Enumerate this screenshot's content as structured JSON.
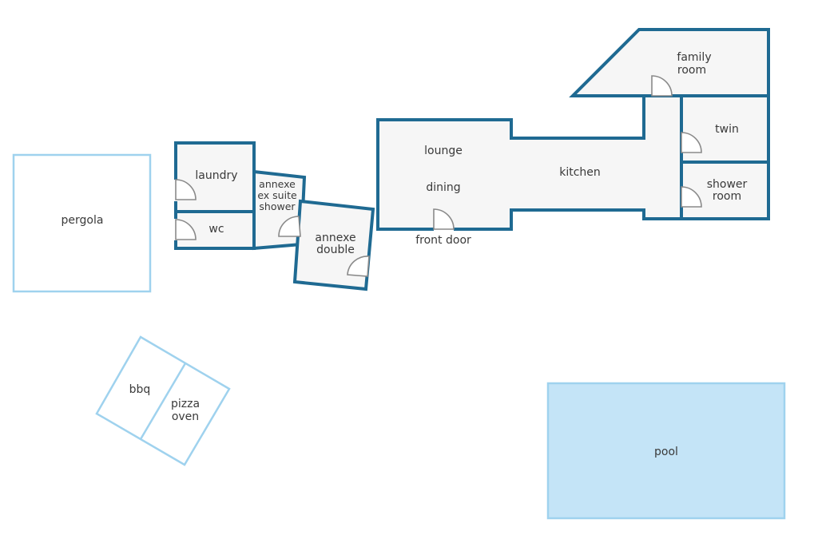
{
  "rooms": {
    "pergola": "pergola",
    "laundry": "laundry",
    "wc": "wc",
    "annexe_shower": [
      "annexe",
      "ex suite",
      "shower"
    ],
    "annexe_double": [
      "annexe",
      "double"
    ],
    "lounge": "lounge",
    "dining": "dining",
    "front_door": "front door",
    "kitchen": "kitchen",
    "family_room": [
      "family",
      "room"
    ],
    "twin": "twin",
    "shower_room": [
      "shower",
      "room"
    ],
    "bbq": "bbq",
    "pizza_oven": [
      "pizza",
      "oven"
    ],
    "pool": "pool"
  },
  "colors": {
    "wall": "#1f6a92",
    "floor": "#f6f6f6",
    "outdoor_outline": "#9fd2ee",
    "pool_fill": "#c4e4f7"
  }
}
